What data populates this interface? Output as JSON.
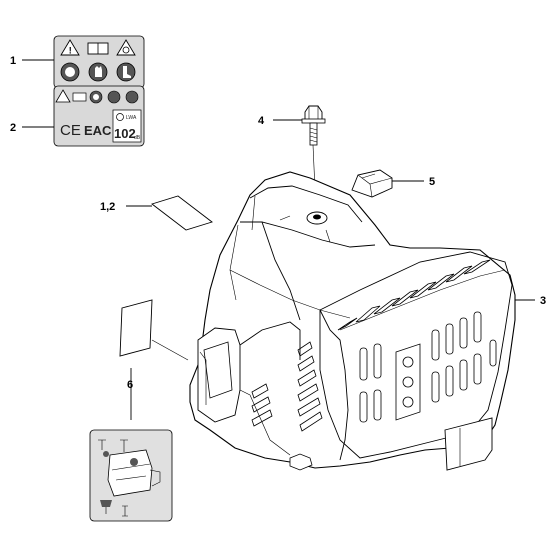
{
  "callouts": {
    "c1": "1",
    "c2": "2",
    "c3": "3",
    "c4": "4",
    "c5": "5",
    "c6": "6",
    "c12": "1,2"
  },
  "decal": {
    "sound_level": "102",
    "sound_unit": "dB",
    "ce_mark": "CE",
    "eac_mark": "EAC",
    "lwa": "LWA"
  },
  "colors": {
    "line": "#000000",
    "decal_fill": "#d9d9d9",
    "decal_dark": "#555555"
  },
  "icons": [
    "warning-triangle-icon",
    "manual-book-icon",
    "flying-debris-icon",
    "helmet-protection-icon",
    "gloves-icon",
    "boots-icon"
  ]
}
